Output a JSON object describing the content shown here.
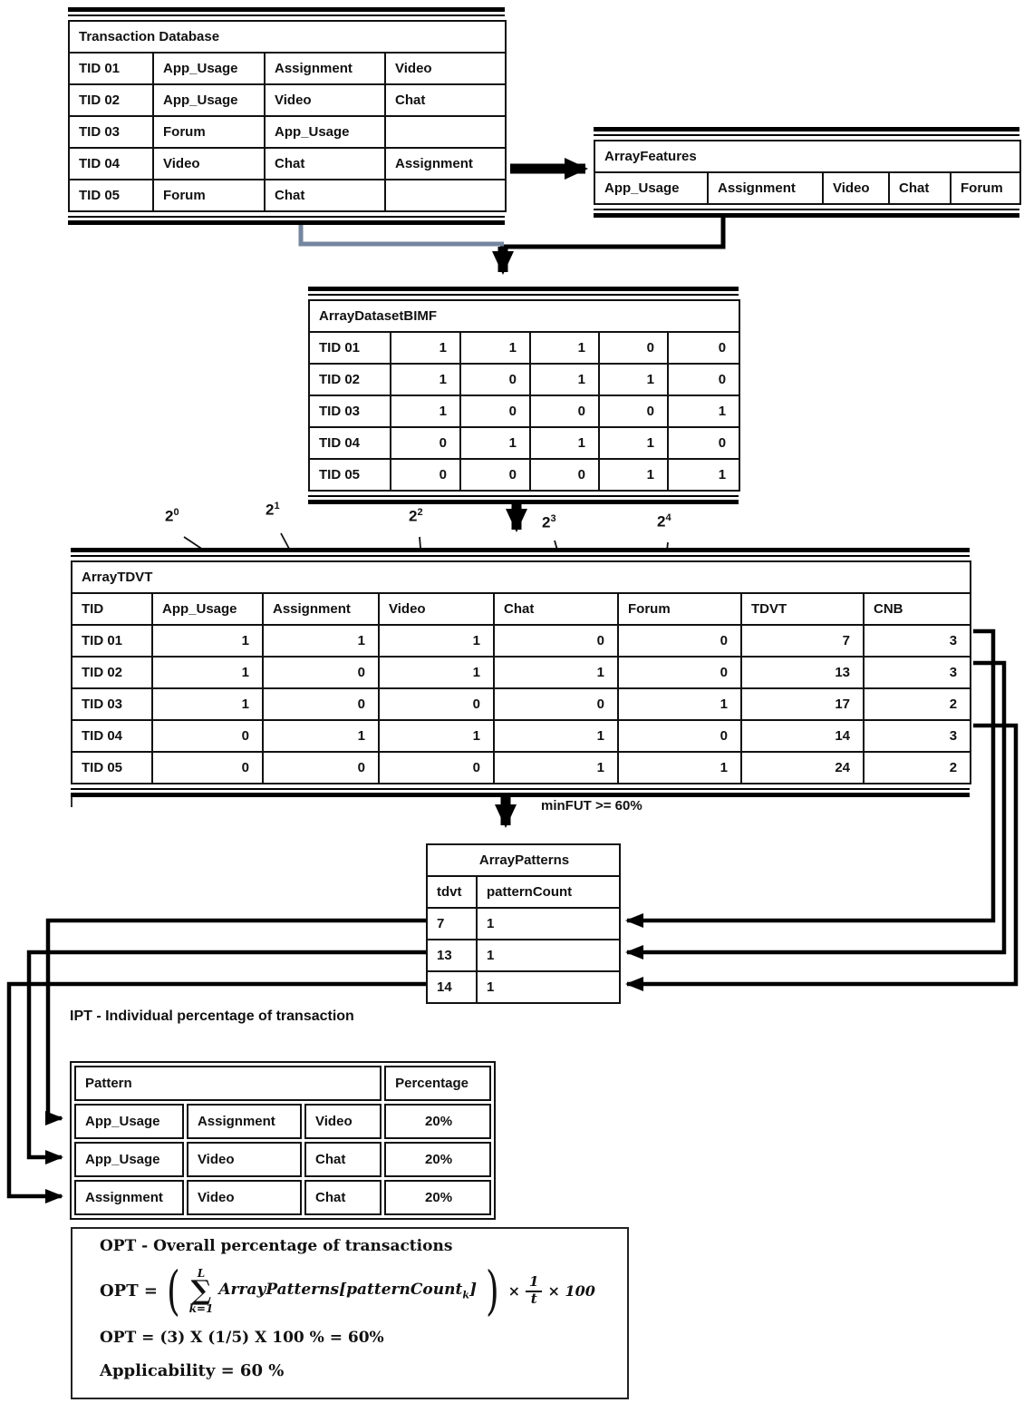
{
  "transaction_db": {
    "title": "Transaction Database",
    "rows": [
      [
        "TID 01",
        "App_Usage",
        "Assignment",
        "Video"
      ],
      [
        "TID 02",
        "App_Usage",
        "Video",
        "Chat"
      ],
      [
        "TID 03",
        "Forum",
        "App_Usage",
        ""
      ],
      [
        "TID 04",
        "Video",
        "Chat",
        "Assignment"
      ],
      [
        "TID 05",
        "Forum",
        "Chat",
        ""
      ]
    ]
  },
  "array_features": {
    "title": "ArrayFeatures",
    "rows": [
      [
        "App_Usage",
        "Assignment",
        "Video",
        "Chat",
        "Forum"
      ]
    ]
  },
  "array_dataset_bimf": {
    "title": "ArrayDatasetBIMF",
    "rows": [
      [
        "TID 01",
        "1",
        "1",
        "1",
        "0",
        "0"
      ],
      [
        "TID 02",
        "1",
        "0",
        "1",
        "1",
        "0"
      ],
      [
        "TID 03",
        "1",
        "0",
        "0",
        "0",
        "1"
      ],
      [
        "TID 04",
        "0",
        "1",
        "1",
        "1",
        "0"
      ],
      [
        "TID 05",
        "0",
        "0",
        "0",
        "1",
        "1"
      ]
    ]
  },
  "powers": [
    {
      "base": "2",
      "exp": "0"
    },
    {
      "base": "2",
      "exp": "1"
    },
    {
      "base": "2",
      "exp": "2"
    },
    {
      "base": "2",
      "exp": "3"
    },
    {
      "base": "2",
      "exp": "4"
    }
  ],
  "array_tdvt": {
    "title": "ArrayTDVT",
    "columns": [
      "TID",
      "App_Usage",
      "Assignment",
      "Video",
      "Chat",
      "Forum",
      "TDVT",
      "CNB"
    ],
    "rows": [
      [
        "TID 01",
        "1",
        "1",
        "1",
        "0",
        "0",
        "7",
        "3"
      ],
      [
        "TID 02",
        "1",
        "0",
        "1",
        "1",
        "0",
        "13",
        "3"
      ],
      [
        "TID 03",
        "1",
        "0",
        "0",
        "0",
        "1",
        "17",
        "2"
      ],
      [
        "TID 04",
        "0",
        "1",
        "1",
        "1",
        "0",
        "14",
        "3"
      ],
      [
        "TID 05",
        "0",
        "0",
        "0",
        "1",
        "1",
        "24",
        "2"
      ]
    ]
  },
  "min_fut_label": "minFUT >= 60%",
  "array_patterns": {
    "title": "ArrayPatterns",
    "columns": [
      "tdvt",
      "patternCount"
    ],
    "rows": [
      [
        "7",
        "1"
      ],
      [
        "13",
        "1"
      ],
      [
        "14",
        "1"
      ]
    ]
  },
  "ipt": {
    "heading": "IPT - Individual percentage of transaction",
    "table": {
      "header": [
        "Pattern",
        "Percentage"
      ],
      "rows": [
        [
          "App_Usage",
          "Assignment",
          "Video",
          "20%"
        ],
        [
          "App_Usage",
          "Video",
          "Chat",
          "20%"
        ],
        [
          "Assignment",
          "Video",
          "Chat",
          "20%"
        ]
      ]
    }
  },
  "opt": {
    "heading": "OPT - Overall percentage of transactions",
    "formula": {
      "lhs": "OPT =",
      "open_paren": "(",
      "sum_upper": "L",
      "sum_symbol": "∑",
      "sum_lower": "k=1",
      "term": "ArrayPatterns[patternCount",
      "term_sub": "k",
      "term_close": "]",
      "close_paren": ")",
      "times": "×",
      "frac_num": "1",
      "frac_den": "t",
      "times_100": "× 100"
    },
    "result_line": "OPT = (3) X (1/5) X 100 % = 60%",
    "applicability_line": "Applicability = 60 %"
  }
}
